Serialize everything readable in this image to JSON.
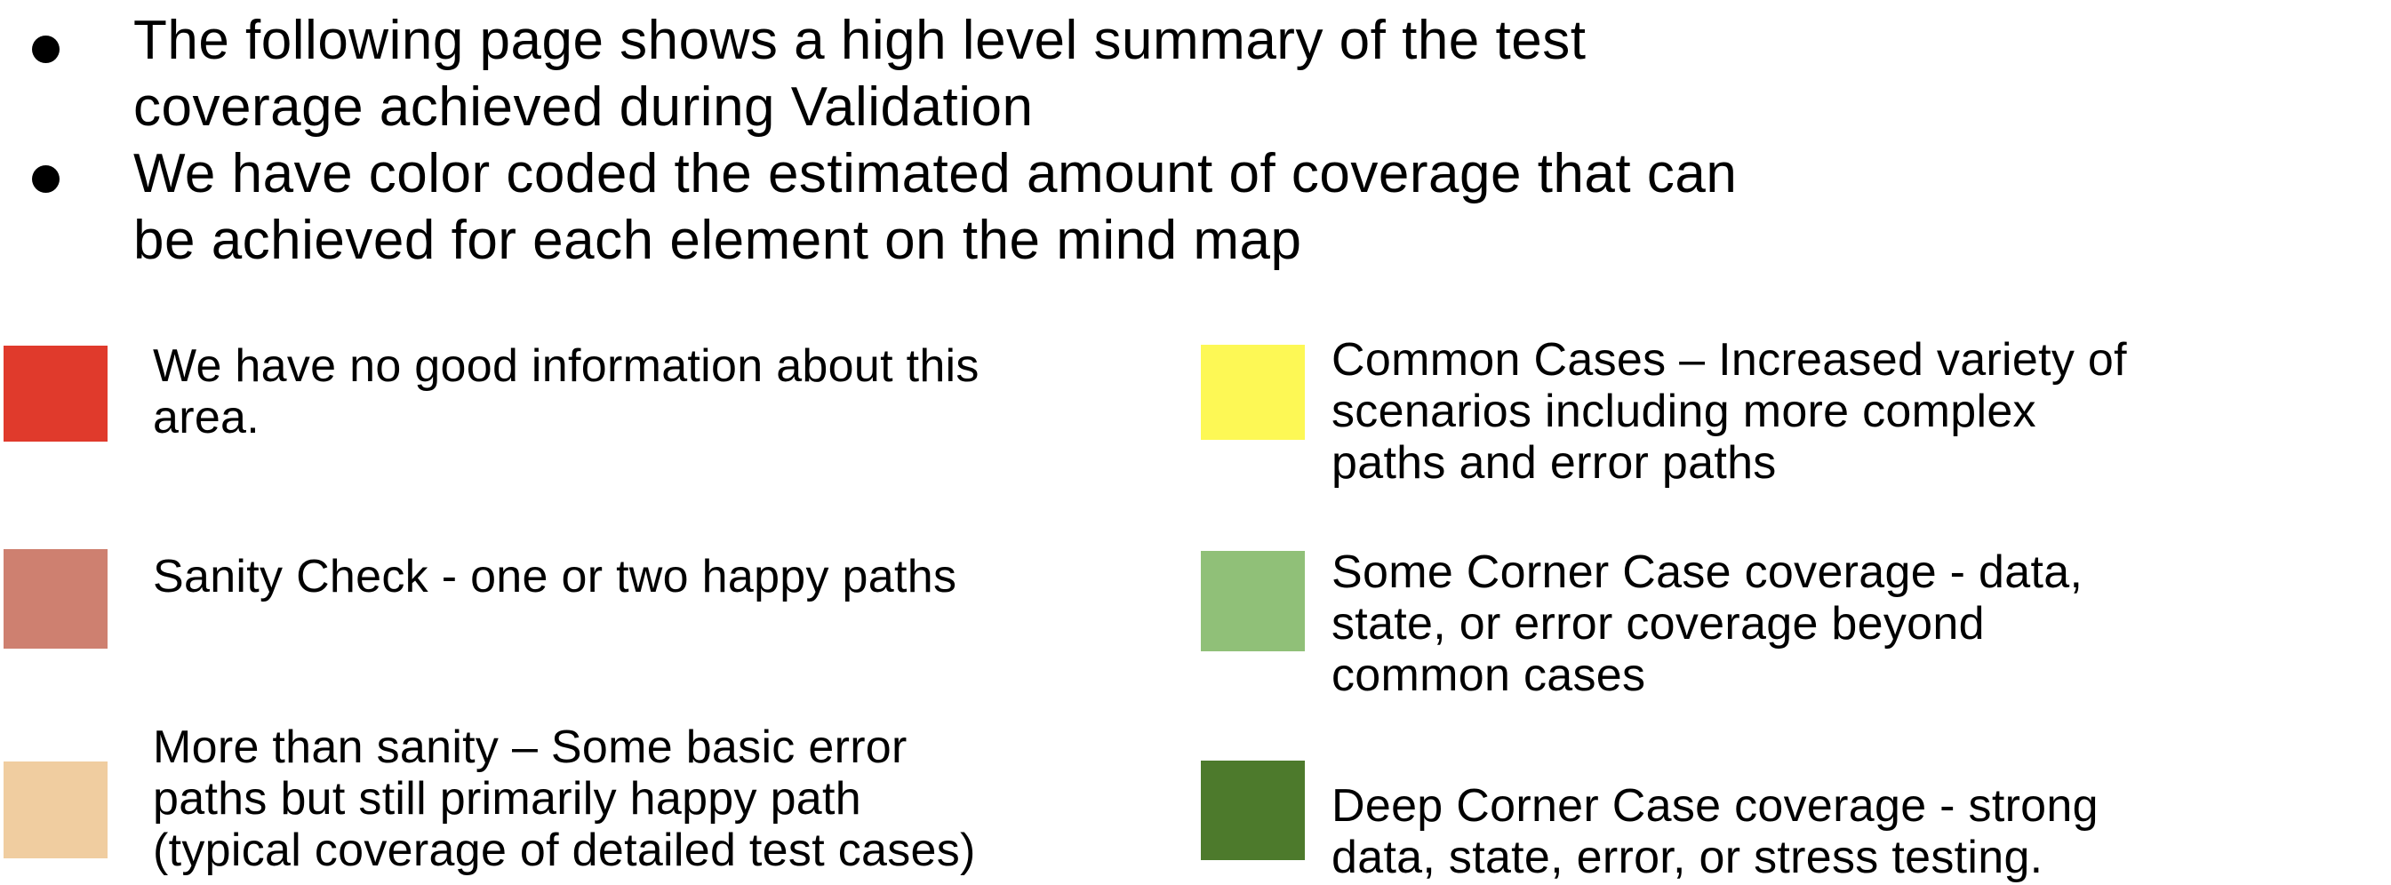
{
  "page": {
    "background_color": "#FFFFFF",
    "text_color": "#000000"
  },
  "bullets": [
    {
      "lines": [
        "The following page shows a high level summary of the test",
        "coverage achieved during Validation"
      ]
    },
    {
      "lines": [
        "We have color coded the estimated amount of coverage that can",
        "be achieved for each element on the mind map"
      ]
    }
  ],
  "legend": {
    "left": [
      {
        "id": "no-information",
        "color": "#E03A2C",
        "lines": [
          "We have no good information about this",
          "area."
        ]
      },
      {
        "id": "sanity-check",
        "color": "#CE8070",
        "lines": [
          "Sanity Check - one or two happy paths"
        ]
      },
      {
        "id": "more-than-sanity",
        "color": "#F0CDA0",
        "lines": [
          "More than sanity – Some basic error",
          "paths but still primarily happy path",
          "(typical coverage of detailed test cases)"
        ]
      }
    ],
    "right": [
      {
        "id": "common-cases",
        "color": "#FDF855",
        "lines": [
          "Common Cases – Increased variety of",
          "scenarios including more complex",
          "paths and error paths"
        ]
      },
      {
        "id": "some-corner-case",
        "color": "#90C078",
        "lines": [
          "Some Corner Case coverage - data,",
          "state, or error coverage beyond",
          "common cases"
        ]
      },
      {
        "id": "deep-corner-case",
        "color": "#4D7A2C",
        "lines": [
          "Deep Corner Case coverage - strong",
          "data, state, error, or stress testing."
        ]
      }
    ]
  }
}
